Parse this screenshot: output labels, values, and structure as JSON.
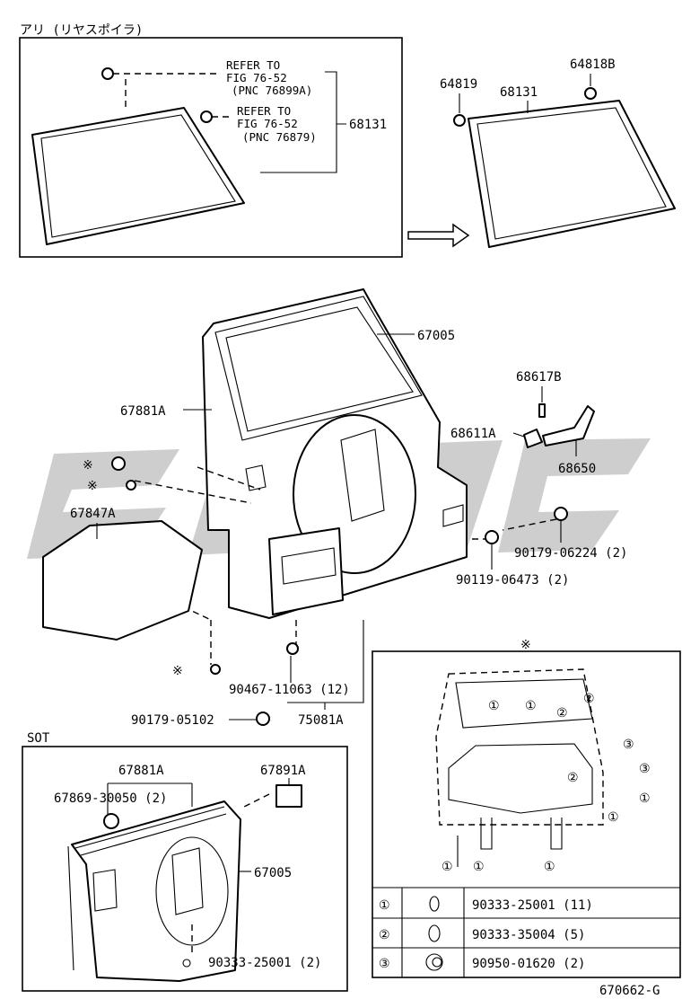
{
  "box_top_left_title": "アリ (リヤスポイラ)",
  "refer1": [
    "REFER TO",
    "FIG 76-52",
    "(PNC 76899A)"
  ],
  "refer2": [
    "REFER TO",
    "FIG 76-52",
    "(PNC 76879)"
  ],
  "parts": {
    "p68131_a": "68131",
    "p64819": "64819",
    "p68131_b": "68131",
    "p64818B": "64818B",
    "p67005": "67005",
    "p67881A": "67881A",
    "p68617B": "68617B",
    "p68611A": "68611A",
    "p68650": "68650",
    "p67847A": "67847A",
    "p90179_06224": "90179-06224 (2)",
    "p90119_06473": "90119-06473 (2)",
    "p90467_11063": "90467-11063 (12)",
    "p90179_05102": "90179-05102",
    "p75081A": "75081A",
    "kome1": "※",
    "kome2": "※",
    "kome3": "※",
    "kome_box": "※"
  },
  "sot": {
    "title": "SOT",
    "p67881A": "67881A",
    "p67891A": "67891A",
    "p67869": "67869-30050 (2)",
    "p67005": "67005",
    "p90333": "90333-25001 (2)"
  },
  "inset_marks": {
    "m1": [
      "①",
      "①",
      "①",
      "①",
      "①",
      "①",
      "①"
    ],
    "m2": [
      "②",
      "②",
      "②"
    ],
    "m3": [
      "③",
      "③"
    ]
  },
  "legend": [
    {
      "mark": "①",
      "part": "90333-25001 (11)"
    },
    {
      "mark": "②",
      "part": "90333-35004 (5)"
    },
    {
      "mark": "③",
      "part": "90950-01620 (2)"
    }
  ],
  "figure_id": "670662-G"
}
